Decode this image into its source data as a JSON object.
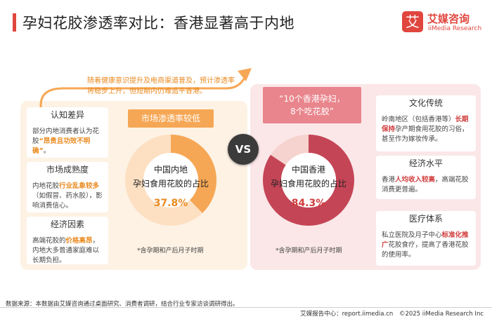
{
  "title": "孕妇花胶渗透率对比：香港显著高于内地",
  "logo": {
    "mark": "艾",
    "name_cn": "艾媒咨询",
    "name_en": "iiMedia Research"
  },
  "trend_note": "随着健康意识提升及电商渠道普及，预计渗透率将稳步上升，但短期内仍难追平香港。",
  "vs_label": "VS",
  "mainland": {
    "tag": "市场渗透率较低",
    "chart_title_1": "中国内地",
    "chart_title_2": "孕妇食用花胶的占比",
    "percent_label": "37.8%",
    "percent_value": 37.8,
    "footnote": "*含孕期和产后月子时期",
    "factors": [
      {
        "heading": "认知差异",
        "text_1": "部分内地消费者认为花胶",
        "highlight": "“昂贵且功效不明确”",
        "text_2": "。"
      },
      {
        "heading": "市场成熟度",
        "text_1": "内地花胶",
        "highlight": "行业乱象较多",
        "text_2": "（如假冒、药水胶），影响消费信心。"
      },
      {
        "heading": "经济因素",
        "text_1": "高端花胶的",
        "highlight": "价格高昂",
        "text_2": "，内地大多普通家庭难以长期负担。"
      }
    ]
  },
  "hongkong": {
    "tag_line1": "“10个香港孕妇，",
    "tag_line2": "8个吃花胶”",
    "chart_title_1": "中国香港",
    "chart_title_2": "孕妇食用花胶的占比",
    "percent_label": "84.3%",
    "percent_value": 84.3,
    "footnote": "*含孕期和产后月子时期",
    "factors": [
      {
        "heading": "文化传统",
        "text_1": "岭南地区（包括香港等）",
        "highlight": "长期保持",
        "text_2": "孕产期食用花胶的习俗，甚至作为嫁妆传承。"
      },
      {
        "heading": "经济水平",
        "text_1": "香港",
        "highlight": "人均收入较高",
        "text_2": "，高端花胶消费更普遍。"
      },
      {
        "heading": "医疗体系",
        "text_1": "私立医院及月子中心",
        "highlight": "标准化推广",
        "text_2": "花胶食疗，提高了香港花胶的使用率。"
      }
    ]
  },
  "colors": {
    "accent_red": "#e0463e",
    "orange": "#f6a755",
    "orange_text": "#e98a1f",
    "pink": "#e9858c",
    "crimson": "#c44556"
  },
  "source": "数据来源：本数据由艾媒咨询通过桌面研究、消费者调研，结合行业专家访谈调研得出。",
  "footer": {
    "center": "艾媒报告中心：report.iimedia.cn",
    "copyright": "©2025  iiMedia Research  Inc"
  }
}
